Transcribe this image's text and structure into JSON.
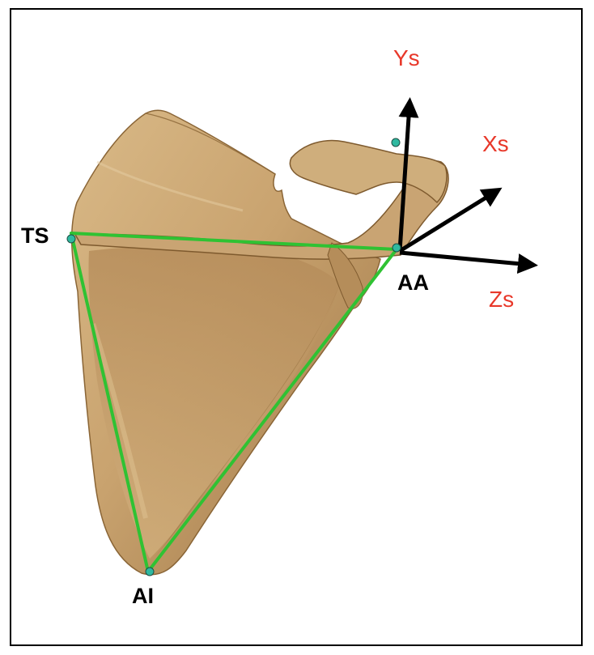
{
  "diagram": {
    "landmarks": {
      "ts": "TS",
      "aa": "AA",
      "ai": "AI"
    },
    "axes": {
      "y": "Ys",
      "x": "Xs",
      "z": "Zs"
    },
    "colors": {
      "triangle": "#2fc233",
      "axis_label": "#e8382a",
      "landmark_label": "#000000",
      "marker": "#2fb9a0",
      "bone": "#c8a26e",
      "bone_shadow": "#8a6536",
      "arrow": "#000000"
    }
  }
}
